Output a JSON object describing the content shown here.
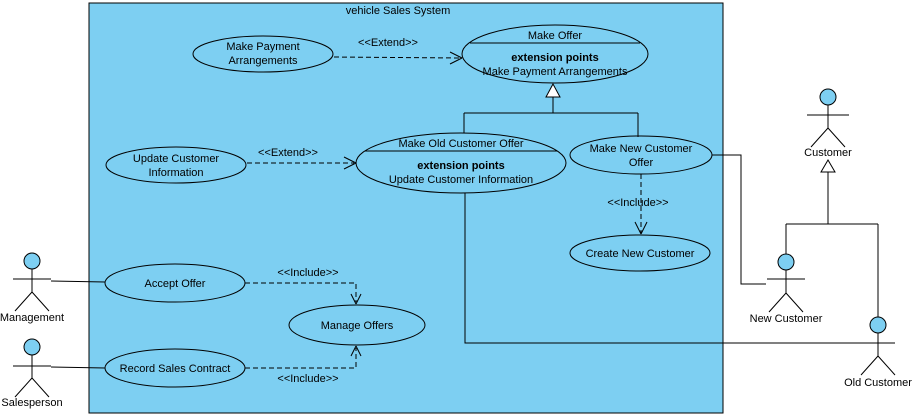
{
  "title": "vehicle Sales System",
  "colors": {
    "system_fill": "#7DCFF2",
    "head_fill": "#7DCFF2",
    "stroke": "#000000"
  },
  "use_cases": {
    "make_payment_arrangements": {
      "line1": "Make Payment",
      "line2": "Arrangements"
    },
    "make_offer": {
      "name": "Make Offer",
      "extension_points_header": "extension points",
      "extension_point": "Make Payment Arrangements"
    },
    "update_customer_information": {
      "line1": "Update Customer",
      "line2": "Information"
    },
    "make_old_customer_offer": {
      "name": "Make Old Customer Offer",
      "extension_points_header": "extension points",
      "extension_point": "Update Customer Information"
    },
    "make_new_customer_offer": {
      "line1": "Make New Customer",
      "line2": "Offer"
    },
    "create_new_customer": {
      "name": "Create New Customer"
    },
    "accept_offer": {
      "name": "Accept Offer"
    },
    "manage_offers": {
      "name": "Manage Offers"
    },
    "record_sales_contract": {
      "name": "Record Sales Contract"
    }
  },
  "actors": {
    "management": {
      "name": "Management"
    },
    "salesperson": {
      "name": "Salesperson"
    },
    "customer": {
      "name": "Customer"
    },
    "new_customer": {
      "name": "New Customer"
    },
    "old_customer": {
      "name": "Old Customer"
    }
  },
  "labels": {
    "extend_make_payment": "<<Extend>>",
    "extend_update_customer": "<<Extend>>",
    "include_create_new_customer": "<<Include>>",
    "include_accept_offer": "<<Include>>",
    "include_record_sales": "<<Include>>"
  }
}
